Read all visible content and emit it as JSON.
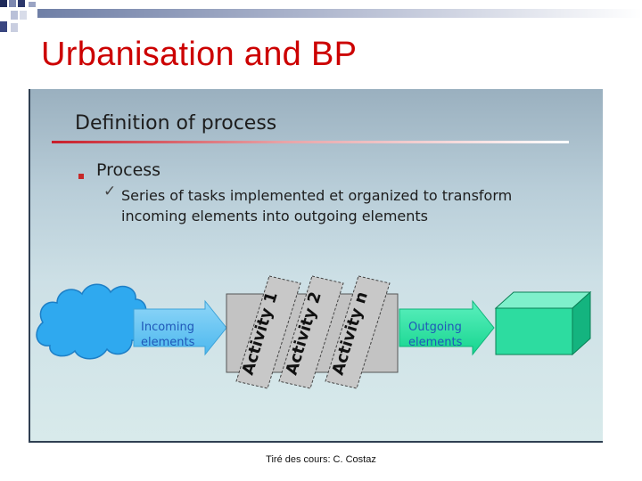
{
  "slide": {
    "title": "Urbanisation and BP",
    "credit": "Tiré des cours: C. Costaz"
  },
  "panel": {
    "heading": "Definition of process",
    "bullet": "Process",
    "sub_item": "Series of tasks implemented et organized to transform incoming elements into outgoing elements"
  },
  "diagram": {
    "incoming_label_lines": [
      "Incoming",
      "elements"
    ],
    "outgoing_label_lines": [
      "Outgoing",
      "elements"
    ],
    "activities": [
      "Activity 1",
      "Activity 2",
      "Activity n"
    ]
  },
  "colors": {
    "title": "#cc0000",
    "cloud": "#2fa9ef",
    "incoming_arrow": "#6fc7f4",
    "outgoing_arrow": "#22e6a0",
    "output_box": "#2ddca0",
    "process_box": "#c0c0c0"
  },
  "icons": {
    "bullet": "red-square-icon",
    "check": "check-icon",
    "input": "cloud-icon",
    "output": "cube-icon"
  }
}
